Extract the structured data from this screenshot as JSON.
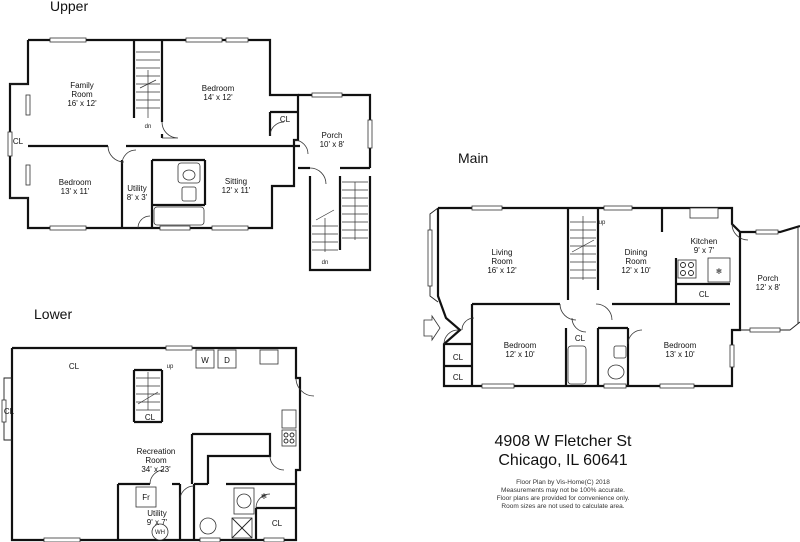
{
  "floors": {
    "upper": {
      "title": "Upper",
      "rooms": {
        "family": {
          "name": "Family\nRoom",
          "dims": "16' x 12'"
        },
        "bedroom1": {
          "name": "Bedroom",
          "dims": "14' x 12'"
        },
        "porch": {
          "name": "Porch",
          "dims": "10' x 8'"
        },
        "bedroom2": {
          "name": "Bedroom",
          "dims": "13' x 11'"
        },
        "utility": {
          "name": "Utility",
          "dims": "8' x 3'"
        },
        "sitting": {
          "name": "Sitting",
          "dims": "12' x 11'"
        }
      },
      "closets": [
        "CL",
        "CL"
      ],
      "stair_marks": [
        "dn",
        "dn"
      ]
    },
    "main": {
      "title": "Main",
      "rooms": {
        "living": {
          "name": "Living\nRoom",
          "dims": "16' x 12'"
        },
        "dining": {
          "name": "Dining\nRoom",
          "dims": "12' x 10'"
        },
        "kitchen": {
          "name": "Kitchen",
          "dims": "9' x 7'"
        },
        "porch": {
          "name": "Porch",
          "dims": "12' x 8'"
        },
        "bedroom1": {
          "name": "Bedroom",
          "dims": "12' x 10'"
        },
        "bedroom2": {
          "name": "Bedroom",
          "dims": "13' x 10'"
        }
      },
      "closets": [
        "CL",
        "CL",
        "CL",
        "CL"
      ],
      "stair_marks": [
        "up"
      ]
    },
    "lower": {
      "title": "Lower",
      "rooms": {
        "recreation": {
          "name": "Recreation\nRoom",
          "dims": "34' x 23'"
        },
        "utility": {
          "name": "Utility",
          "dims": "9' x 7'"
        }
      },
      "closets": [
        "CL",
        "CL",
        "CL",
        "CL"
      ],
      "fixtures": {
        "washer": "W",
        "dryer": "D",
        "freezer": "Fr",
        "water_heater": "WH"
      },
      "stair_marks": [
        "up"
      ]
    }
  },
  "address": {
    "line1": "4908 W Fletcher St",
    "line2": "Chicago, IL 60641"
  },
  "credit": {
    "line1": "Floor Plan by Vis-Home(C) 2018",
    "line2": "Measurements may not be 100% accurate.",
    "line3": "Floor plans are provided for convenience only.",
    "line4": "Room sizes are not used to calculate area."
  }
}
